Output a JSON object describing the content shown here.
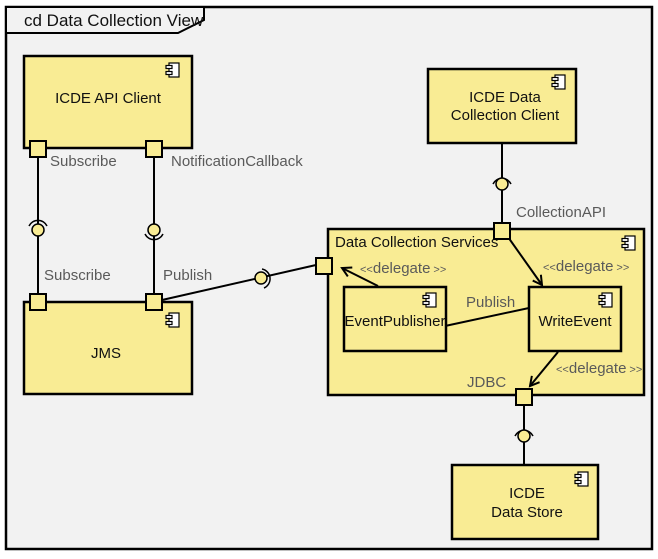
{
  "frame": {
    "title": "cd Data Collection View"
  },
  "components": {
    "api_client": {
      "label_lines": [
        "ICDE API Client"
      ]
    },
    "jms": {
      "label_lines": [
        "JMS"
      ]
    },
    "data_collection_client": {
      "label_lines": [
        "ICDE Data",
        "Collection Client"
      ]
    },
    "data_collection_services": {
      "label_lines": [
        "Data Collection Services"
      ]
    },
    "event_publisher": {
      "label_lines": [
        "EventPublisher"
      ]
    },
    "write_event": {
      "label_lines": [
        "WriteEvent"
      ]
    },
    "data_store": {
      "label_lines": [
        "ICDE",
        "Data Store"
      ]
    }
  },
  "ports": {
    "api_subscribe": "Subscribe",
    "api_notification_callback": "NotificationCallback",
    "jms_subscribe": "Subscribe",
    "jms_publish": "Publish",
    "collection_api": "CollectionAPI",
    "jdbc": "JDBC",
    "internal_publish": "Publish"
  },
  "delegates": {
    "to_event_publisher": {
      "open": "<<",
      "word": "delegate",
      "close": ">>"
    },
    "to_write_event": {
      "open": "<<",
      "word": "delegate",
      "close": ">>"
    },
    "to_jdbc": {
      "open": "<<",
      "word": "delegate",
      "close": ">>"
    }
  },
  "icons": {
    "component": "uml-component-icon"
  },
  "colors": {
    "component_fill": "#f9ec94",
    "frame_fill": "#f2f2f2",
    "stroke": "#000000",
    "port_label": "#5a5a5a"
  }
}
